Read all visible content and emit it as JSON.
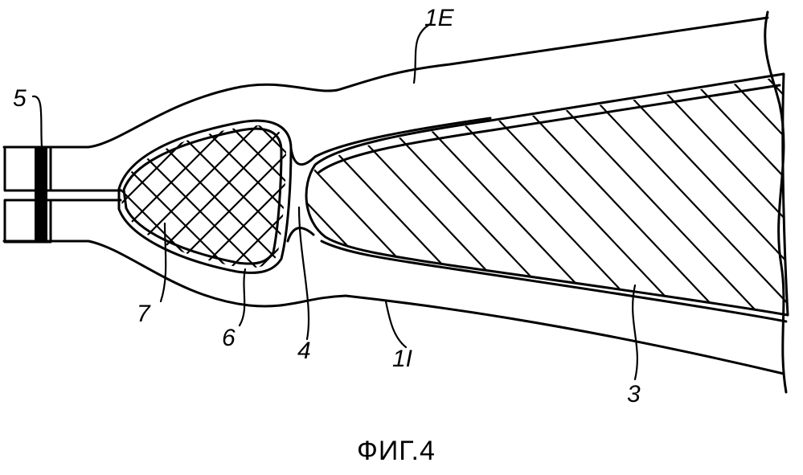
{
  "figure": {
    "caption": "ФИГ.4",
    "labels": {
      "l1E": "1E",
      "l5": "5",
      "l7": "7",
      "l6": "6",
      "l4": "4",
      "l1I": "1I",
      "l3": "3"
    }
  }
}
